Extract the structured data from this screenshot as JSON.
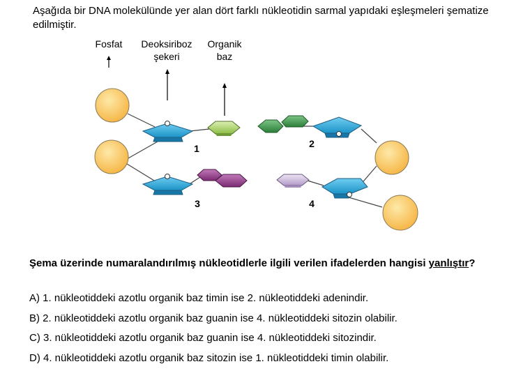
{
  "intro": "Aşağıda bir DNA molekülünde yer alan dört farklı nükleotidin sarmal yapıdaki eşleşmeleri şematize edilmiştir.",
  "diagram": {
    "labels": {
      "fosfat": "Fosfat",
      "seker_line1": "Deoksiriboz",
      "seker_line2": "şekeri",
      "baz_line1": "Organik",
      "baz_line2": "baz"
    },
    "numbers": [
      "1",
      "2",
      "3",
      "4"
    ],
    "colors": {
      "phosphate": "#f7b84a",
      "sugar": "#2aa7d9",
      "base1": "#a8cf6a",
      "base2": "#3d9a4b",
      "base3": "#9a3d8f",
      "base4": "#c9b4d9"
    }
  },
  "question": {
    "text": "Şema üzerinde numaralandırılmış nükleotidlerle ilgili verilen ifadelerden hangisi ",
    "underlined": "yanlıştır",
    "end": "?"
  },
  "options": [
    {
      "letter": "A)",
      "text": "1. nükleotiddeki azotlu organik baz timin ise 2. nükleotiddeki adenindir."
    },
    {
      "letter": "B)",
      "text": "2. nükleotiddeki azotlu organik baz guanin ise 4. nükleotiddeki sitozin olabilir."
    },
    {
      "letter": "C)",
      "text": "3. nükleotiddeki azotlu organik baz guanin ise 4. nükleotiddeki sitozindir."
    },
    {
      "letter": "D)",
      "text": "4. nükleotiddeki azotlu organik baz sitozin ise 1. nükleotiddeki timin olabilir."
    }
  ]
}
